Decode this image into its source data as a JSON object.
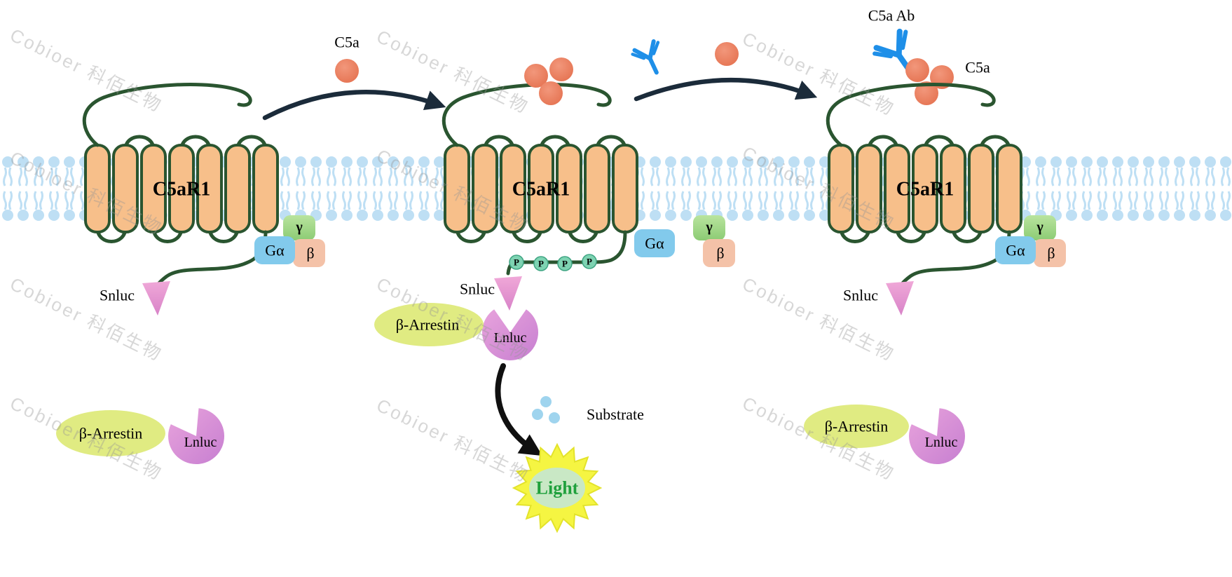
{
  "figure": {
    "watermark": "Cobioer 科佰生物",
    "stages": {
      "resting": {
        "receptor": "C5aR1",
        "g_alpha": "Gα",
        "gamma": "γ",
        "beta": "β",
        "snluc": "Snluc",
        "arrestin": "β-Arrestin",
        "lnluc": "Lnluc"
      },
      "activated": {
        "ligand": "C5a",
        "receptor": "C5aR1",
        "g_alpha": "Gα",
        "gamma": "γ",
        "beta": "β",
        "snluc": "Snluc",
        "arrestin": "β-Arrestin",
        "lnluc": "Lnluc",
        "phospho": "P",
        "substrate": "Substrate",
        "light": "Light"
      },
      "inhibited": {
        "antibody": "C5a Ab",
        "ligand": "C5a",
        "receptor": "C5aR1",
        "g_alpha": "Gα",
        "gamma": "γ",
        "beta": "β",
        "snluc": "Snluc",
        "arrestin": "β-Arrestin",
        "lnluc": "Lnluc"
      }
    },
    "colors": {
      "helix": "#F7BF8A",
      "outline": "#2A5530",
      "membrane": "#BEDFF4",
      "ligand": "#E87A5C",
      "g_alpha": "#82CAEC",
      "gamma": "#A3D98A",
      "beta": "#F4C2A8",
      "snluc": "#E493CE",
      "lnluc": "#CD87D1",
      "arrestin": "#E0EB82",
      "antibody": "#1E8FE8",
      "phospho": "#7ED3B2",
      "light_fill": "#F5F542",
      "light_text": "#1FA03C",
      "arrow": "#1B2B3A",
      "substrate": "#9FD4EE"
    }
  }
}
